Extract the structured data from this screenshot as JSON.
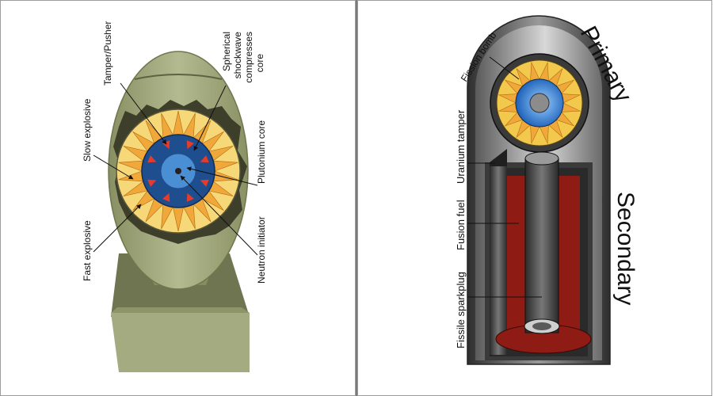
{
  "left": {
    "labels": {
      "tamper_pusher": "Tamper/Pusher",
      "spherical_1": "Spherical",
      "spherical_2": "shockwave",
      "spherical_3": "compresses",
      "spherical_4": "core",
      "slow_explosive": "Slow explosive",
      "plutonium_core": "Plutonium core",
      "fast_explosive": "Fast explosive",
      "neutron_initiator": "Neutron initiator"
    }
  },
  "right": {
    "labels": {
      "fission_bomb": "Fission bomb",
      "primary": "Primary",
      "uranium_tamper": "Uranium tamper",
      "fusion_fuel": "Fusion fuel",
      "secondary": "Secondary",
      "fissile_sparkplug": "Fissile sparkplug"
    }
  },
  "colors": {
    "casing": "#a3aa7e",
    "casing_dark": "#757b53",
    "explosive_fast": "#f0a83a",
    "explosive_slow": "#f8d96a",
    "tamper": "#1f4e8f",
    "core": "#4a8fd4",
    "arrow": "#e63b2a",
    "fusion_fuel": "#8e1c14",
    "steel_dark": "#3a3a3a",
    "steel_light": "#b8b8b8"
  }
}
